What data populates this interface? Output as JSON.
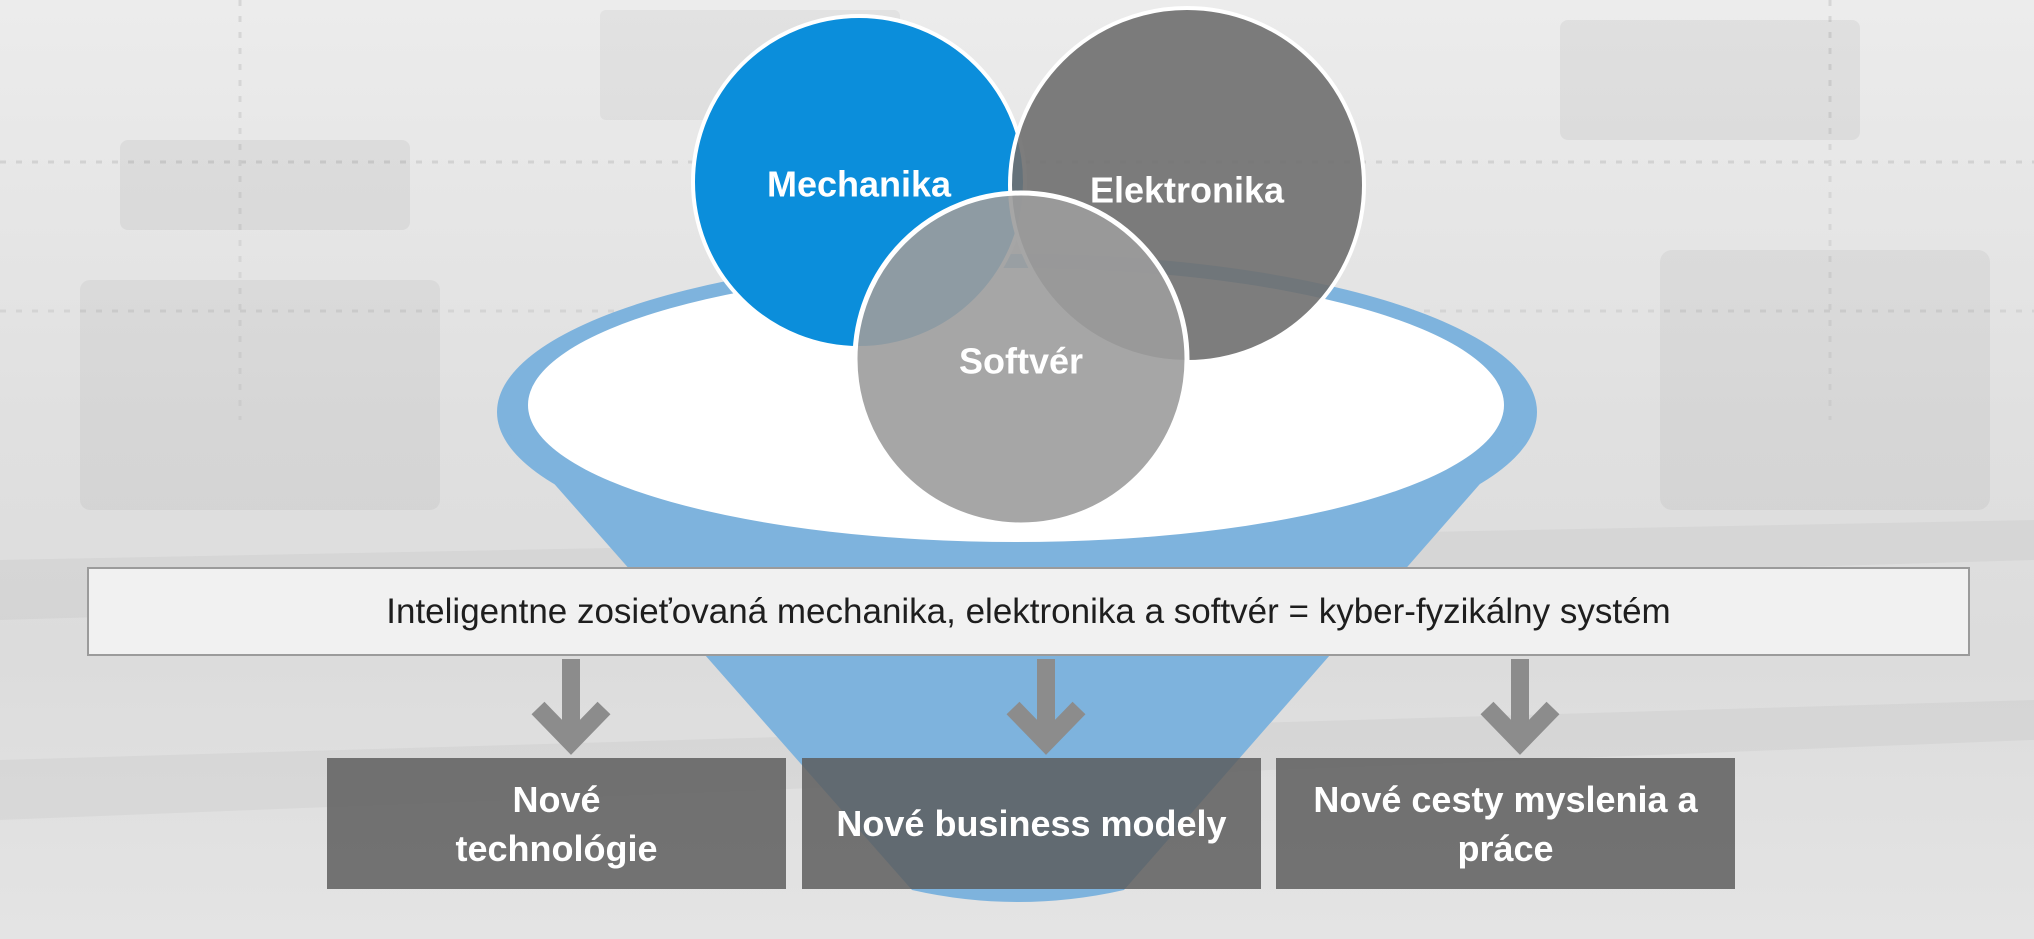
{
  "circles": {
    "mechanika": "Mechanika",
    "elektronika": "Elektronika",
    "softver": "Softvér"
  },
  "summary": "Inteligentne zosieťovaná mechanika, elektronika a softvér = kyber-fyzikálny systém",
  "outcomes": [
    {
      "label": "Nové technológie"
    },
    {
      "label": "Nové business modely"
    },
    {
      "label": "Nové cesty myslenia a práce"
    }
  ],
  "colors": {
    "mechanika": "#0b8edb",
    "elektronika": "#6f6f6f",
    "softver": "#9c9c9c",
    "funnel": "#7eb3dd",
    "arrow": "#8c8c8c",
    "outcome_box": "#5c5c5c",
    "summary_box": "#f1f1f1"
  },
  "icons": {
    "arrow": "down-arrow-icon"
  }
}
